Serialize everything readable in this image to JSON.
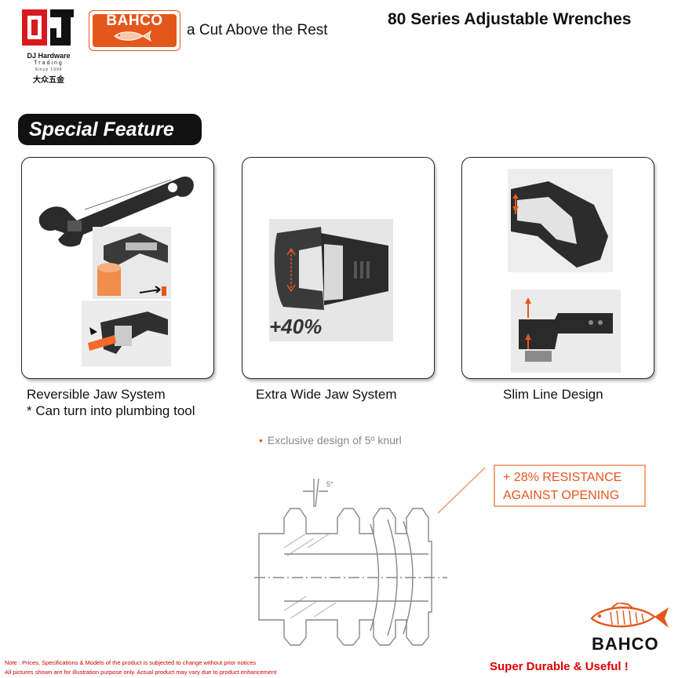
{
  "header": {
    "dj_logo": {
      "name": "DJ Hardware",
      "subtitle": "Trading",
      "since": "Since 1996",
      "chinese_name": "大众五金",
      "colors": {
        "mark_red": "#d71920",
        "mark_black": "#111111"
      }
    },
    "bahco_badge": {
      "text": "BAHCO",
      "color": "#e4571c"
    },
    "slogan": "a Cut Above the Rest",
    "title": "80 Series Adjustable Wrenches"
  },
  "section": {
    "label": "Special Feature"
  },
  "features": [
    {
      "caption": "Reversible Jaw System",
      "caption_2": "* Can turn into plumbing tool"
    },
    {
      "caption": "Extra Wide Jaw System",
      "image_label": "+40%"
    },
    {
      "caption": "Slim Line Design"
    }
  ],
  "knurl": {
    "note": "Exclusive design of 5º knurl",
    "angle_label": "5°",
    "resistance_line_1": "+ 28% RESISTANCE",
    "resistance_line_2": "AGAINST OPENING",
    "accent_color": "#e4571c"
  },
  "footer": {
    "brand": "BAHCO",
    "note_line_1": "Note : Prices, Specifications & Models of the product is subjected to change without prior notices",
    "note_line_2": "All pictures shown are for illustration purpose only. Actual product may vary due to product enhancement",
    "tagline": "Super Durable & Useful !"
  }
}
